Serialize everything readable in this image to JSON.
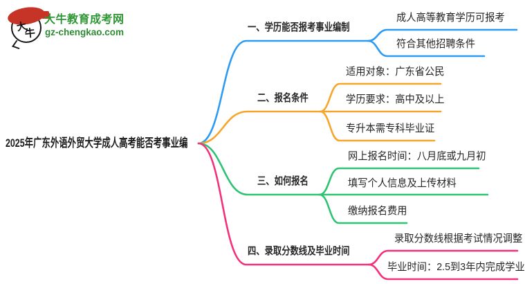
{
  "logo": {
    "icon_char_1": "大",
    "icon_char_2": "牛",
    "site_name": "大牛教育成考网",
    "site_domain": "gz-chengkao.com",
    "brand_green": "#2e9632",
    "seal_red": "#c63428"
  },
  "mindmap": {
    "root": "2025年广东外语外贸大学成人高考能否考事业编",
    "text_color": "#262626",
    "branches": [
      {
        "label": "一、学历能否报考事业编制",
        "color": "#2b9bf4",
        "children": [
          "成人高等教育学历可报考",
          "符合其他招聘条件"
        ]
      },
      {
        "label": "二、报名条件",
        "color": "#f7a52a",
        "children": [
          "适用对象：广东省公民",
          "学历要求：高中及以上",
          "专升本需专科毕业证"
        ]
      },
      {
        "label": "三、如何报名",
        "color": "#2ec273",
        "children": [
          "网上报名时间：八月底或九月初",
          "填写个人信息及上传材料",
          "缴纳报名费用"
        ]
      },
      {
        "label": "四、录取分数线及毕业时间",
        "color": "#f4307a",
        "children": [
          "录取分数线根据考试情况调整",
          "毕业时间：2.5到3年内完成学业"
        ]
      }
    ]
  }
}
